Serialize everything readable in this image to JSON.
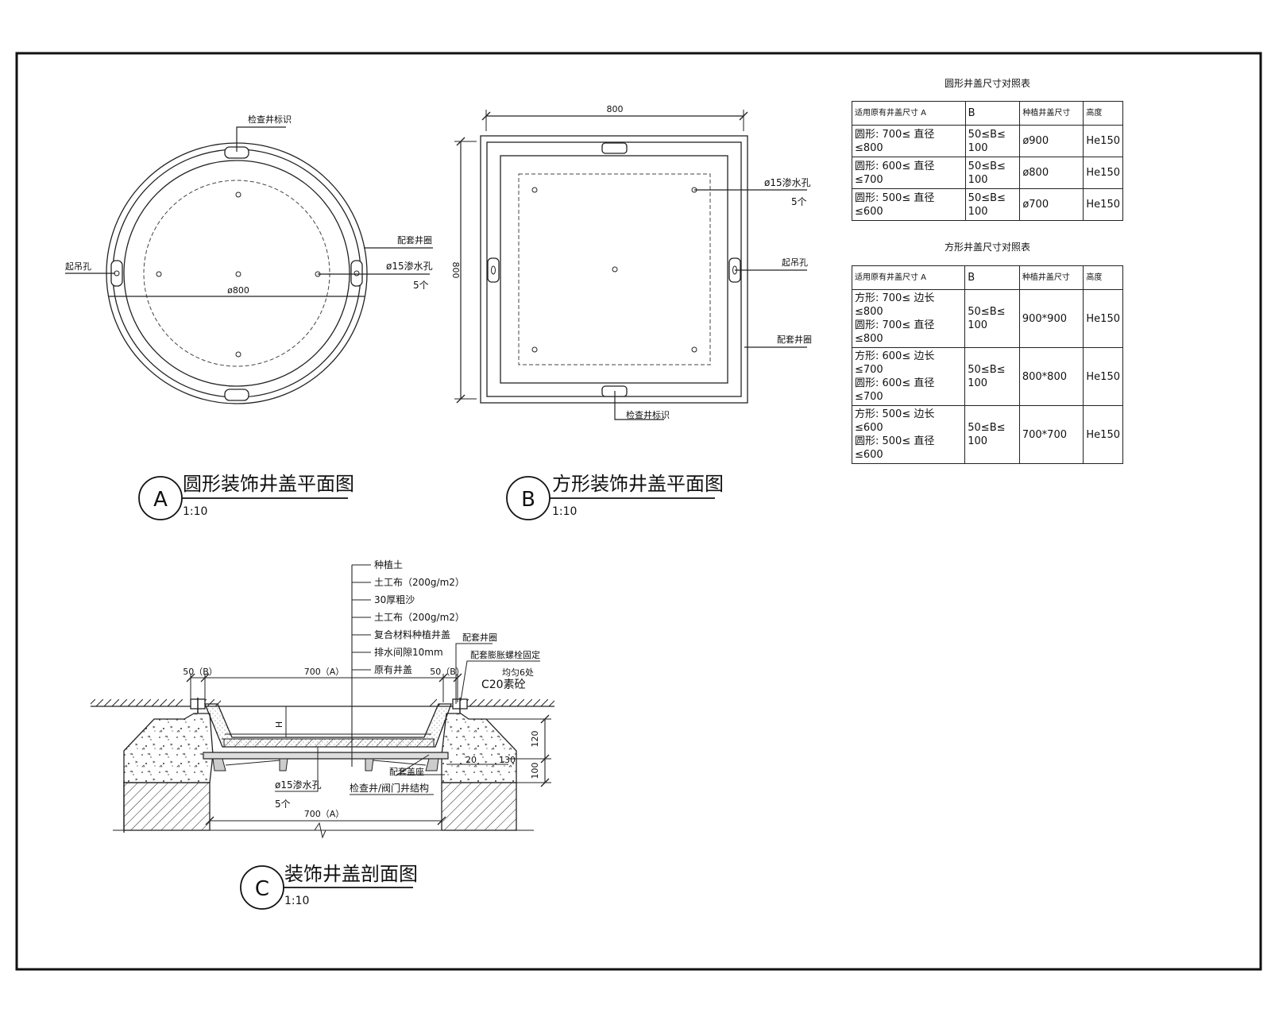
{
  "round_plan": {
    "label_inspection_mark": "检查井标识",
    "label_matching_ring": "配套井圈",
    "label_lifting_hole": "起吊孔",
    "label_drain_hole": "ø15渗水孔",
    "label_drain_count": "5个",
    "dim_diameter": "ø800",
    "title_letter": "A",
    "title": "圆形装饰井盖平面图",
    "scale": "1:10"
  },
  "square_plan": {
    "dim_width": "800",
    "dim_height": "800",
    "label_drain_hole": "ø15渗水孔",
    "label_drain_count": "5个",
    "label_lifting_hole": "起吊孔",
    "label_matching_ring": "配套井圈",
    "label_inspection_mark": "检查井标识",
    "title_letter": "B",
    "title": "方形装饰井盖平面图",
    "scale": "1:10"
  },
  "round_table": {
    "title": "圆形井盖尺寸对照表",
    "headers": [
      "适用原有井盖尺寸 A",
      "B",
      "种植井盖尺寸",
      "高度"
    ],
    "rows": [
      [
        "圆形: 700≤ 直径≤800",
        "50≤B≤ 100",
        "ø900",
        "He150"
      ],
      [
        "圆形: 600≤ 直径≤700",
        "50≤B≤ 100",
        "ø800",
        "He150"
      ],
      [
        "圆形: 500≤ 直径≤600",
        "50≤B≤ 100",
        "ø700",
        "He150"
      ]
    ]
  },
  "square_table": {
    "title": "方形井盖尺寸对照表",
    "headers": [
      "适用原有井盖尺寸 A",
      "B",
      "种植井盖尺寸",
      "高度"
    ],
    "rows": [
      [
        "方形: 700≤ 边长≤800",
        "圆形: 700≤ 直径≤800",
        "50≤B≤ 100",
        "900*900",
        "He150"
      ],
      [
        "方形: 600≤ 边长≤700",
        "圆形: 600≤ 直径≤700",
        "50≤B≤ 100",
        "800*800",
        "He150"
      ],
      [
        "方形: 500≤ 边长≤600",
        "圆形: 500≤ 直径≤600",
        "50≤B≤ 100",
        "700*700",
        "He150"
      ]
    ]
  },
  "section": {
    "layers": [
      "种植土",
      "土工布（200g/m2）",
      "30厚粗沙",
      "土工布（200g/m2）",
      "复合材料种植井盖",
      "排水间隙10mm",
      "原有井盖"
    ],
    "label_ring": "配套井圈",
    "label_bolt": "配套膨胀螺栓固定",
    "label_bolt_count": "均匀6处",
    "label_concrete": "C20素砼",
    "label_seat": "配套盖座",
    "label_structure": "检查井/阀门井结构",
    "label_drain_hole": "ø15渗水孔",
    "label_drain_count": "5个",
    "dim_left": "50（B）",
    "dim_mid": "700（A）",
    "dim_right": "50（B）",
    "dim_bottom": "700（A）",
    "dim_120": "120",
    "dim_100": "100",
    "dim_20": "20",
    "dim_130": "130",
    "dim_h": "H",
    "title_letter": "C",
    "title": "装饰井盖剖面图",
    "scale": "1:10"
  }
}
